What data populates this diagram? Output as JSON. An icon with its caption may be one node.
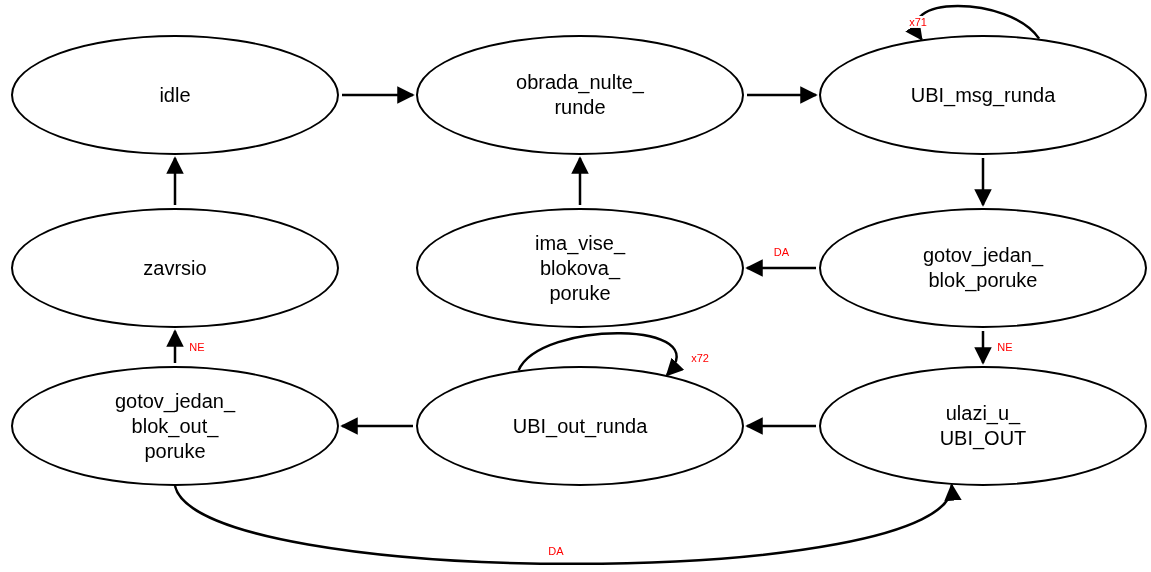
{
  "diagram": {
    "nodes": [
      {
        "text": [
          "idle"
        ]
      },
      {
        "text": [
          "obrada_nulte_ runde"
        ]
      },
      {
        "text": [
          "UBI_msg_runda"
        ]
      },
      {
        "text": [
          "zavrsio"
        ]
      },
      {
        "text": [
          "ima_vise_ blokova_ poruke"
        ]
      },
      {
        "text": [
          "gotov_jedan_ blok_poruke"
        ]
      },
      {
        "text": [
          "gotov_jedan_ blok_out_ poruke"
        ]
      },
      {
        "text": [
          "UBI_out_runda"
        ]
      },
      {
        "text": [
          "ulazi_u_ UBI_OUT"
        ]
      }
    ],
    "edges": [
      {
        "from": 0,
        "to": 1,
        "arrow": "to"
      },
      {
        "from": 1,
        "to": 2,
        "arrow": "to"
      },
      {
        "from": 2,
        "to": 2,
        "arrow": "to",
        "label": "x71"
      },
      {
        "from": 2,
        "to": 5,
        "arrow": "to"
      },
      {
        "from": 5,
        "to": 4,
        "arrow": "to",
        "label": "DA"
      },
      {
        "from": 4,
        "to": 1,
        "arrow": "to"
      },
      {
        "from": 5,
        "to": 8,
        "arrow": "to",
        "label": "NE"
      },
      {
        "from": 8,
        "to": 7,
        "arrow": "to"
      },
      {
        "from": 7,
        "to": 7,
        "arrow": "to",
        "label": "x72"
      },
      {
        "from": 7,
        "to": 6,
        "arrow": "to"
      },
      {
        "from": 6,
        "to": 3,
        "arrow": "to",
        "label": "NE"
      },
      {
        "from": 3,
        "to": 0,
        "arrow": "to"
      },
      {
        "from": 6,
        "to": 8,
        "arrow": "to",
        "label": "DA"
      }
    ]
  }
}
